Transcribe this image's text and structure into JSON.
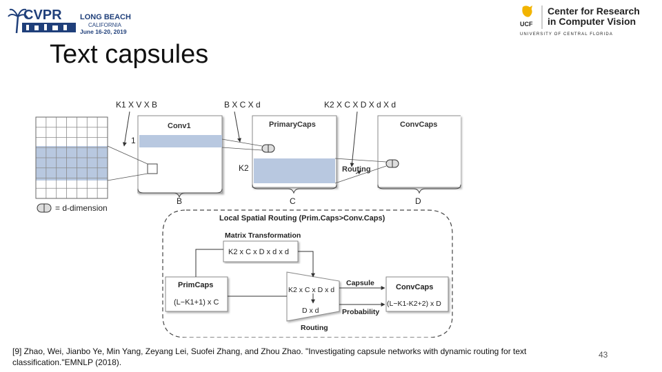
{
  "header": {
    "cvpr_logo": {
      "name": "CVPR",
      "location_line1": "LONG BEACH",
      "location_line2": "CALIFORNIA",
      "dates": "June 16-20, 2019"
    },
    "ucf_logo": {
      "abbr": "UCF",
      "line1": "Center for Research",
      "line2": "in Computer Vision",
      "university": "UNIVERSITY OF CENTRAL FLORIDA"
    }
  },
  "slide": {
    "title": "Text capsules",
    "page_number": "43"
  },
  "diagram": {
    "top_labels": {
      "k1": "K1 X V X B",
      "b": "B X C X d",
      "k2": "K2 X C X D X d X d"
    },
    "boxes": {
      "conv1": "Conv1",
      "primary_caps": "PrimaryCaps",
      "conv_caps": "ConvCaps"
    },
    "labels": {
      "one": "1",
      "k2": "K2",
      "routing": "Routing",
      "legend": "= d-dimension",
      "under_b": "B",
      "under_c": "C",
      "under_d": "D"
    },
    "lower": {
      "title": "Local Spatial Routing (Prim.Caps>Conv.Caps)",
      "matrix_title": "Matrix Transformation",
      "matrix_formula": "K2 x C x D x d x d",
      "primcaps_title": "PrimCaps",
      "primcaps_formula": "(L−K1+1) x C",
      "trap_top": "K2 x C x D x d",
      "trap_bottom": "D x d",
      "capsule": "Capsule",
      "probability": "Probability",
      "convcaps_title": "ConvCaps",
      "convcaps_formula": "(L−K1-K2+2) x D",
      "routing": "Routing"
    }
  },
  "footer": {
    "citation": "[9] Zhao, Wei, Jianbo Ye, Min Yang, Zeyang Lei, Suofei Zhang, and Zhou Zhao. \"Investigating capsule networks with dynamic routing for text classification.\"EMNLP (2018)."
  },
  "colors": {
    "highlight": "#b8c8e0",
    "cvpr_blue": "#1f3f7a",
    "ucf_gold": "#f2b400"
  }
}
